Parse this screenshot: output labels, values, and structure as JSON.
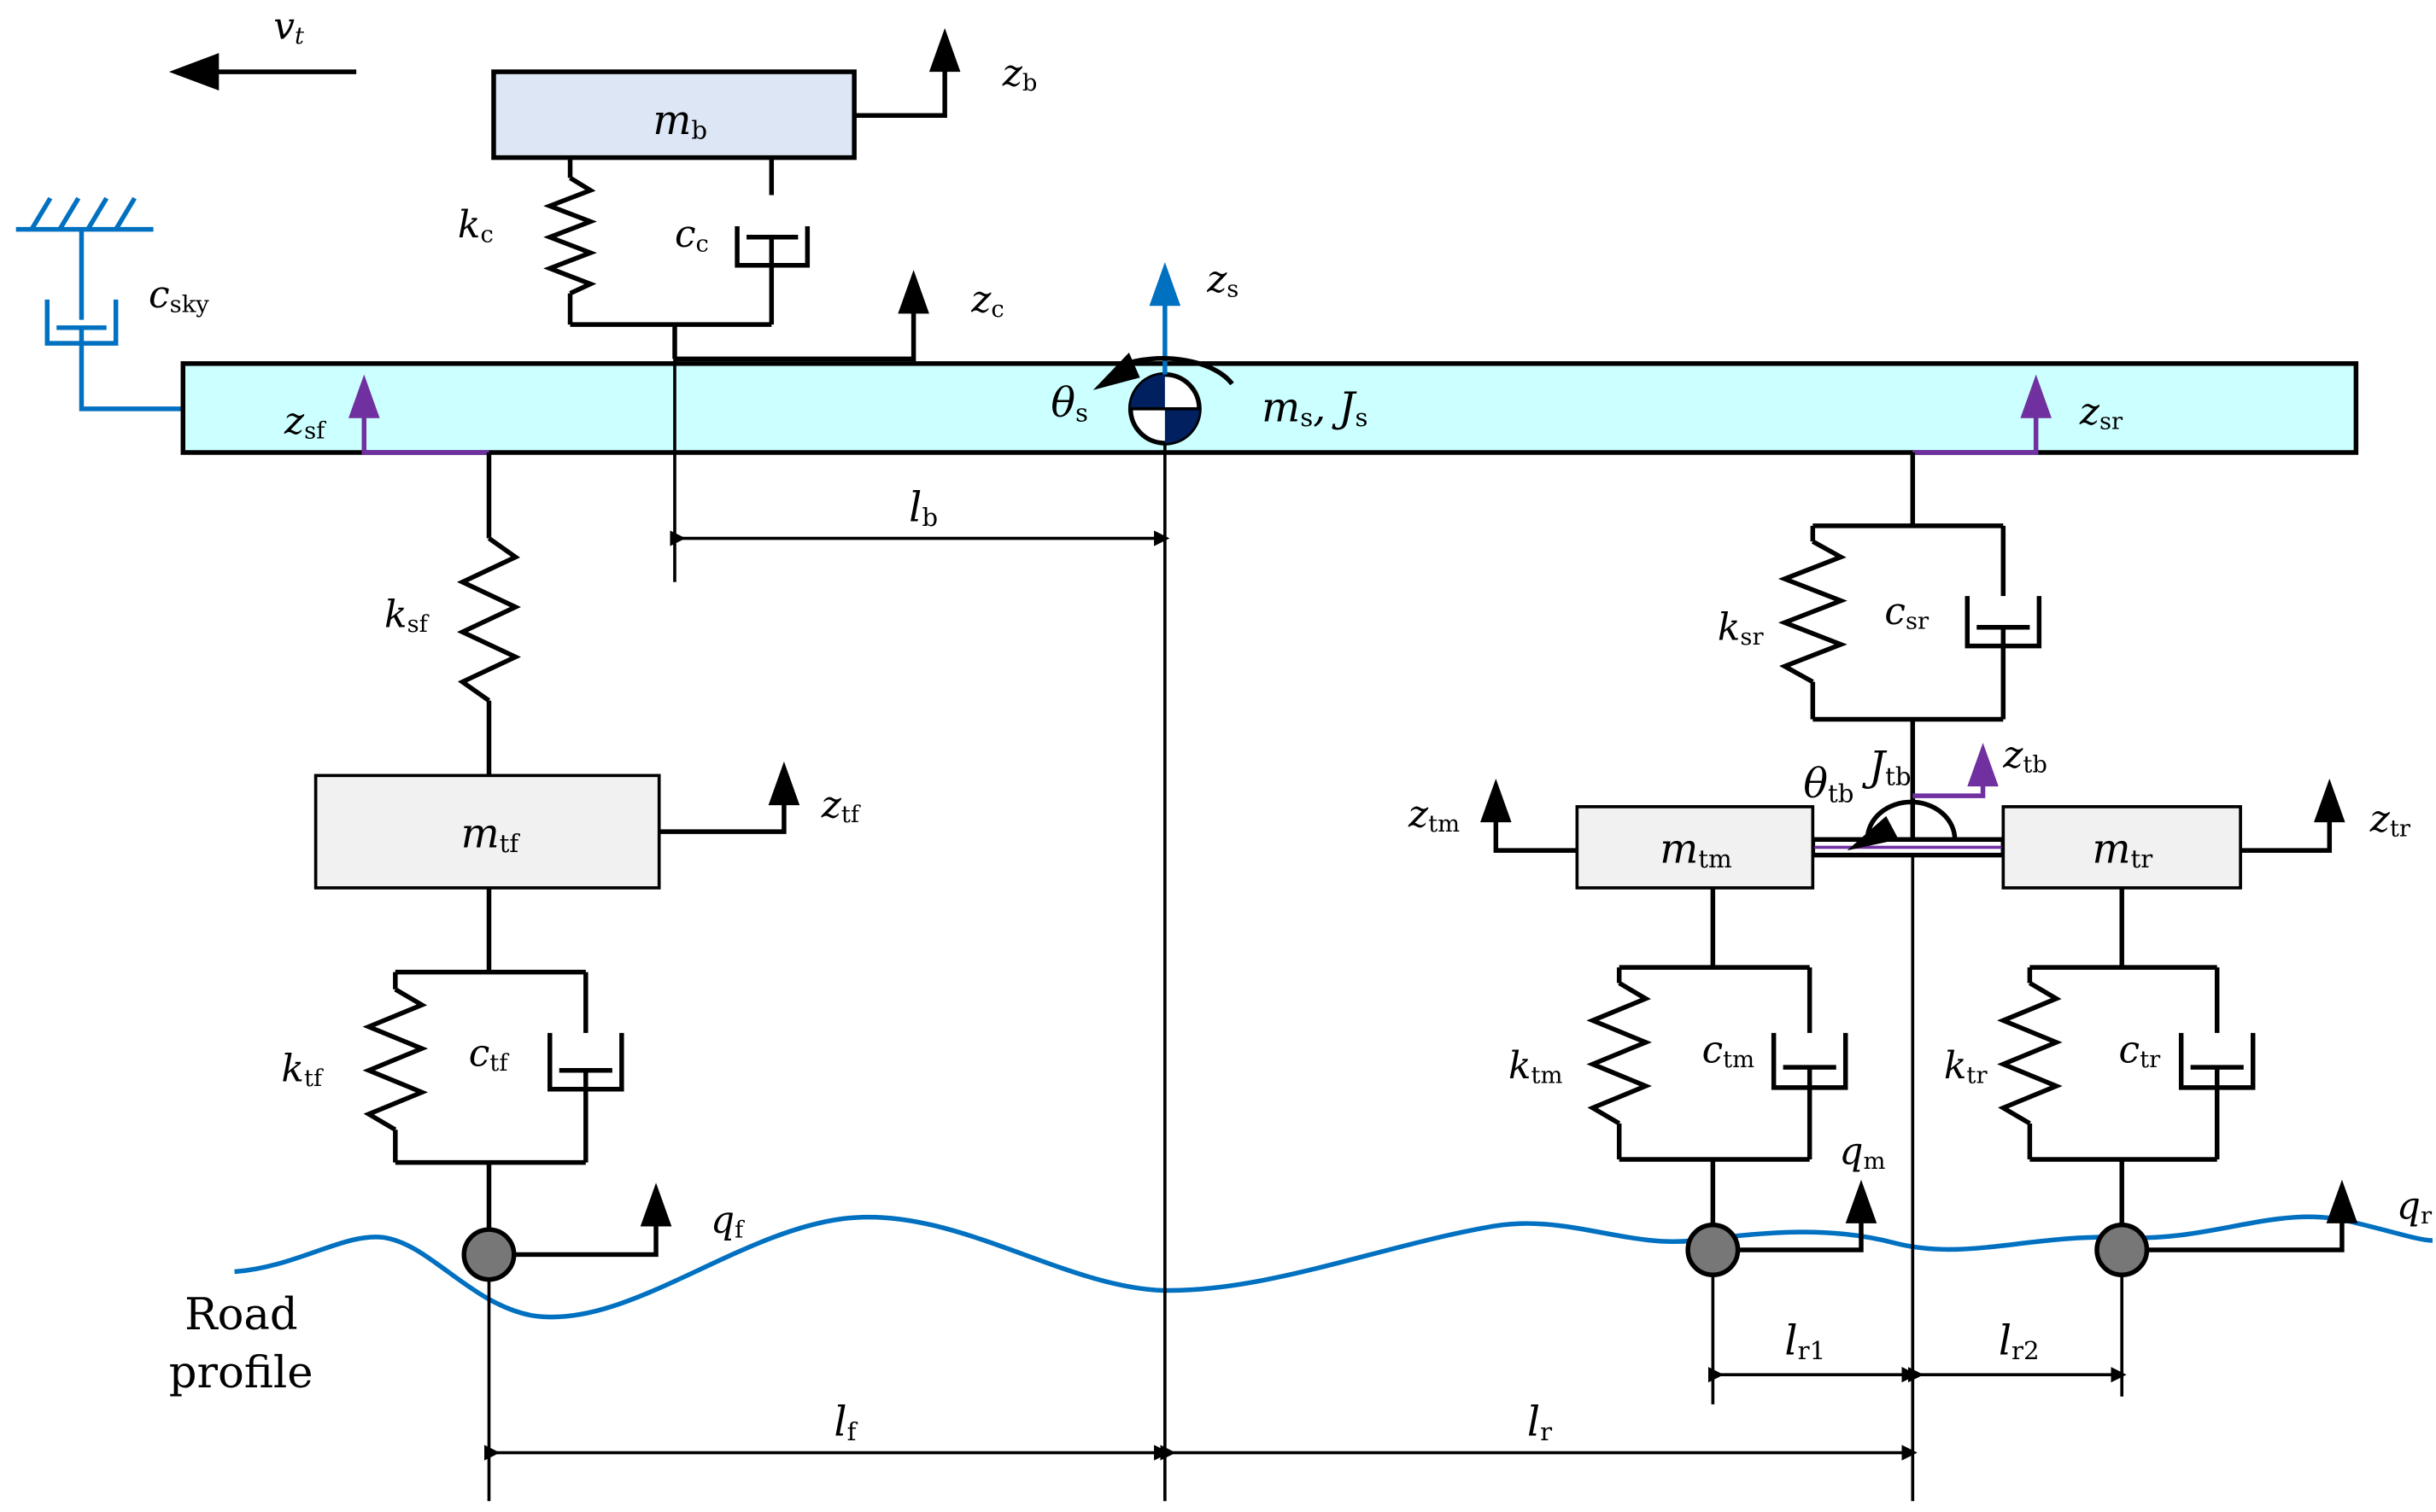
{
  "labels": {
    "v_main": "v",
    "v_sub": "t",
    "zb_main": "z",
    "zb_sub": "b",
    "mb_main": "m",
    "mb_sub": "b",
    "kc_main": "k",
    "kc_sub": "c",
    "cc_main": "c",
    "cc_sub": "c",
    "csky_main": "c",
    "csky_sub": "sky",
    "zc_main": "z",
    "zc_sub": "c",
    "zs_main": "z",
    "zs_sub": "s",
    "thetas_main": "θ",
    "thetas_sub": "s",
    "msjs_m": "m",
    "msjs_ms_sub": "s",
    "msjs_sep": ", ",
    "msjs_j": "J",
    "msjs_js_sub": "s",
    "zsf_main": "z",
    "zsf_sub": "sf",
    "zsr_main": "z",
    "zsr_sub": "sr",
    "lb_main": "l",
    "lb_sub": "b",
    "ksf_main": "k",
    "ksf_sub": "sf",
    "ksr_main": "k",
    "ksr_sub": "sr",
    "csr_main": "c",
    "csr_sub": "sr",
    "mtf_main": "m",
    "mtf_sub": "tf",
    "ztf_main": "z",
    "ztf_sub": "tf",
    "thetatb_main": "θ",
    "thetatb_sub": "tb",
    "jtb_main": "J",
    "jtb_sub": "tb",
    "ztb_main": "z",
    "ztb_sub": "tb",
    "ztm_main": "z",
    "ztm_sub": "tm",
    "mtm_main": "m",
    "mtm_sub": "tm",
    "mtr_main": "m",
    "mtr_sub": "tr",
    "ztr_main": "z",
    "ztr_sub": "tr",
    "ktf_main": "k",
    "ktf_sub": "tf",
    "ctf_main": "c",
    "ctf_sub": "tf",
    "ktm_main": "k",
    "ktm_sub": "tm",
    "ctm_main": "c",
    "ctm_sub": "tm",
    "ktr_main": "k",
    "ktr_sub": "tr",
    "ctr_main": "c",
    "ctr_sub": "tr",
    "qm_main": "q",
    "qm_sub": "m",
    "qf_main": "q",
    "qf_sub": "f",
    "qr_main": "q",
    "qr_sub": "r",
    "road_line1": "Road",
    "road_line2": "profile",
    "lr1_main": "l",
    "lr1_sub": "r1",
    "lr2_main": "l",
    "lr2_sub": "r2",
    "lf_main": "l",
    "lf_sub": "f",
    "lr_main": "l",
    "lr_sub": "r"
  },
  "colors": {
    "body_fill": "#ccffff",
    "mb_fill": "#dde6f4",
    "mass_fill": "#f1f1f1",
    "blue": "#0070c0",
    "purple": "#7030a0",
    "navy": "#002060",
    "ink": "#000000"
  }
}
